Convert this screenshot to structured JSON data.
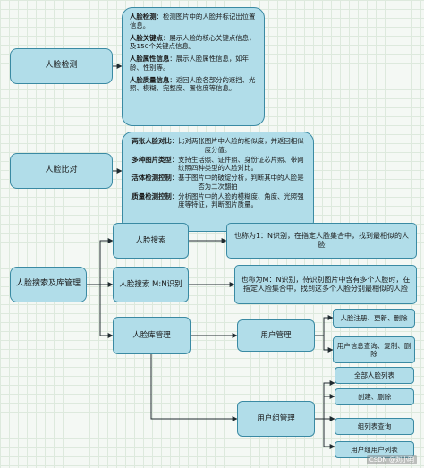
{
  "colors": {
    "node_fill": "#b1dde9",
    "node_border": "#3a8aa3",
    "connector": "#1f2a2f"
  },
  "nodes": {
    "face_detect": "人脸检测",
    "face_compare": "人脸比对",
    "face_search_lib": "人脸搜索及库管理",
    "face_search": "人脸搜索",
    "face_search_mn": "人脸搜索 M:N识别",
    "face_lib_mgmt": "人脸库管理",
    "user_mgmt": "用户管理",
    "group_mgmt": "用户组管理",
    "user_register": "人脸注册、更新、删除",
    "user_info_query": "用户信息查询、复制、删除",
    "all_face_list": "全部人脸列表",
    "create_delete": "创建、删除",
    "group_list_query": "组列表查询",
    "group_user_list": "用户组用户列表"
  },
  "notes": {
    "search_1n": "也称为1：N识别，在指定人脸集合中，找到最相似的人脸",
    "search_mn": "也称为M：N识别，待识别图片中含有多个人脸时，在指定人脸集合中，找到这多个人脸分别最相似的人脸"
  },
  "detect_desc": [
    {
      "key": "人脸检测",
      "text": "：检测图片中的人脸并标记出位置信息。"
    },
    {
      "key": "人脸关键点",
      "text": "：展示人脸的核心关键点信息，及150个关键点信息。"
    },
    {
      "key": "人脸属性信息",
      "text": "：展示人脸属性信息，如年龄、性别等。"
    },
    {
      "key": "人脸质量信息",
      "text": "：返回人脸各部分的遮挡、光照、模糊、完整度、置信度等信息。"
    }
  ],
  "compare_desc": [
    {
      "key": "两张人脸对比",
      "text": "：比对两张图片中人脸的相似度，并返回相似度分值。"
    },
    {
      "key": "多种图片类型",
      "text": "：支持生活照、证件照、身份证芯片照、带网纹照四种类型的人脸对比。"
    },
    {
      "key": "活体检测控制",
      "text": "：基于图片中的破绽分析，判断其中的人脸是否为二次翻拍"
    },
    {
      "key": "质量检测控制",
      "text": "：分析图片中的人脸的模糊度、角度、光照强度等特征，判断图片质量。"
    }
  ],
  "watermark": "CSDN @刘小明"
}
